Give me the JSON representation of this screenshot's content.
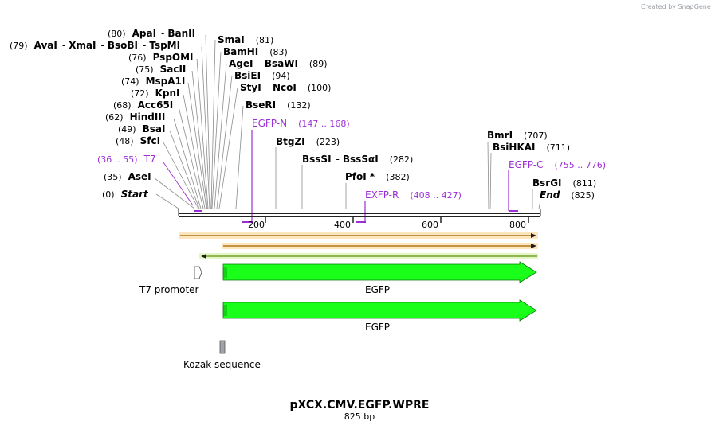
{
  "credit": "Created by SnapGene",
  "title": "pXCX.CMV.EGFP.WPRE",
  "length_label": "825 bp",
  "sequence_length": 825,
  "ticks": [
    200,
    400,
    600,
    800
  ],
  "sites": [
    {
      "pos": "(0)",
      "names": [
        "Start"
      ],
      "italic": true,
      "bp": 0
    },
    {
      "pos": "(35)",
      "names": [
        "AseI"
      ],
      "bp": 35
    },
    {
      "pos": "(48)",
      "names": [
        "SfcI"
      ],
      "bp": 48
    },
    {
      "pos": "(49)",
      "names": [
        "BsaI"
      ],
      "bp": 49
    },
    {
      "pos": "(62)",
      "names": [
        "HindIII"
      ],
      "bp": 62
    },
    {
      "pos": "(68)",
      "names": [
        "Acc65I"
      ],
      "bp": 68
    },
    {
      "pos": "(72)",
      "names": [
        "KpnI"
      ],
      "bp": 72
    },
    {
      "pos": "(74)",
      "names": [
        "MspA1I"
      ],
      "bp": 74
    },
    {
      "pos": "(75)",
      "names": [
        "SacII"
      ],
      "bp": 75
    },
    {
      "pos": "(76)",
      "names": [
        "PspOMI"
      ],
      "bp": 76
    },
    {
      "pos": "(79)",
      "names": [
        "AvaI",
        "XmaI",
        "BsoBI",
        "TspMI"
      ],
      "bp": 79
    },
    {
      "pos": "(80)",
      "names": [
        "ApaI",
        "BanII"
      ],
      "bp": 80
    },
    {
      "pos": "(81)",
      "names": [
        "SmaI"
      ],
      "bp": 81
    },
    {
      "pos": "(83)",
      "names": [
        "BamHI"
      ],
      "bp": 83
    },
    {
      "pos": "(89)",
      "names": [
        "AgeI",
        "BsaWI"
      ],
      "bp": 89
    },
    {
      "pos": "(94)",
      "names": [
        "BsiEI"
      ],
      "bp": 94
    },
    {
      "pos": "(100)",
      "names": [
        "StyI",
        "NcoI"
      ],
      "bp": 100
    },
    {
      "pos": "(132)",
      "names": [
        "BseRI"
      ],
      "bp": 132
    },
    {
      "pos": "(223)",
      "names": [
        "BtgZI"
      ],
      "bp": 223
    },
    {
      "pos": "(282)",
      "names": [
        "BssSI",
        "BssSαI"
      ],
      "bp": 282
    },
    {
      "pos": "(382)",
      "names": [
        "PfoI *"
      ],
      "bp": 382
    },
    {
      "pos": "(707)",
      "names": [
        "BmrI"
      ],
      "bp": 707
    },
    {
      "pos": "(711)",
      "names": [
        "BsiHKAI"
      ],
      "bp": 711
    },
    {
      "pos": "(811)",
      "names": [
        "BsrGI"
      ],
      "bp": 811
    },
    {
      "pos": "(825)",
      "names": [
        "End"
      ],
      "italic": true,
      "bp": 825
    }
  ],
  "primers": [
    {
      "name": "T7",
      "range": "(36 .. 55)",
      "start": 36,
      "end": 55
    },
    {
      "name": "EGFP-N",
      "range": "(147 .. 168)",
      "start": 147,
      "end": 168
    },
    {
      "name": "EXFP-R",
      "range": "(408 .. 427)",
      "start": 408,
      "end": 427
    },
    {
      "name": "EGFP-C",
      "range": "(755 .. 776)",
      "start": 755,
      "end": 776
    }
  ],
  "features": [
    {
      "name": "T7 promoter",
      "kind": "promoter"
    },
    {
      "name": "EGFP",
      "kind": "cds"
    },
    {
      "name": "EGFP",
      "kind": "cds"
    },
    {
      "name": "Kozak sequence",
      "kind": "misc"
    }
  ],
  "colors": {
    "primer": "#9b30d6",
    "cds": "#1aff1a",
    "orf_orange": "#f7a31e",
    "orf_green": "#a6e23a",
    "kozak": "#a0a4aa",
    "backbone": "#222222"
  }
}
